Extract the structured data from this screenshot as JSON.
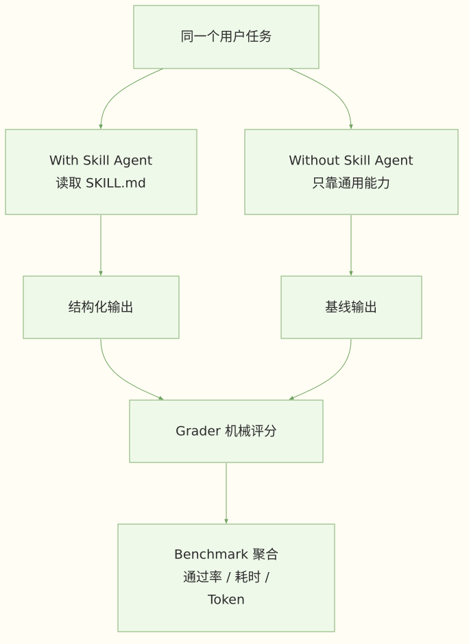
{
  "diagram": {
    "nodes": {
      "task": {
        "lines": [
          "同一个用户任务"
        ]
      },
      "with_skill": {
        "lines": [
          "With Skill Agent",
          "读取 SKILL.md"
        ]
      },
      "without_skill": {
        "lines": [
          "Without Skill Agent",
          "只靠通用能力"
        ]
      },
      "structured_output": {
        "lines": [
          "结构化输出"
        ]
      },
      "baseline_output": {
        "lines": [
          "基线输出"
        ]
      },
      "grader": {
        "lines": [
          "Grader 机械评分"
        ]
      },
      "benchmark": {
        "lines": [
          "Benchmark 聚合",
          "通过率 / 耗时 /",
          "Token"
        ]
      }
    },
    "colors": {
      "background": "#fffdf4",
      "node_fill": "#eff9ea",
      "node_border": "#7fb06e",
      "edge": "#6fa35f",
      "text": "#2b2b2b"
    }
  }
}
